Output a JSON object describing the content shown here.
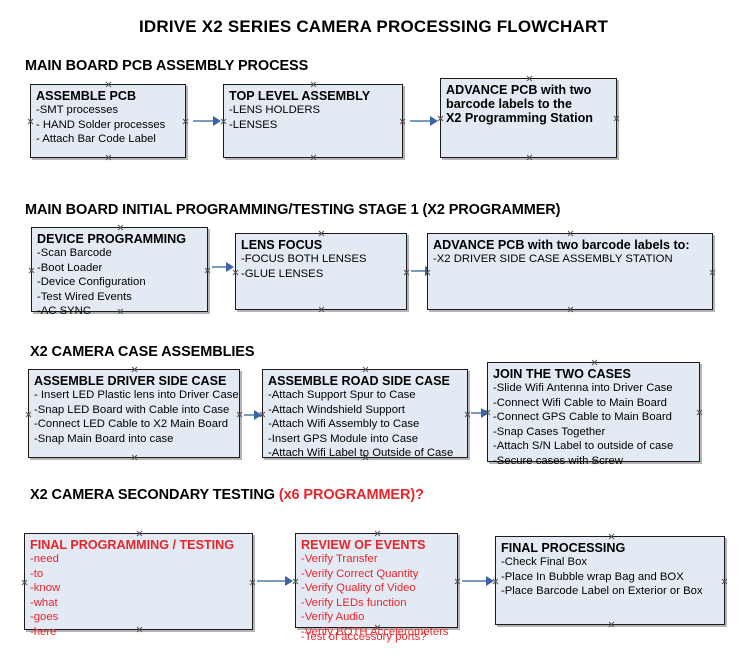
{
  "document": {
    "title": "IDRIVE X2  SERIES CAMERA PROCESSING FLOWCHART"
  },
  "sections": [
    {
      "heading": "MAIN BOARD PCB ASSEMBLY PROCESS",
      "heading_accent": "",
      "nodes": [
        {
          "title": "ASSEMBLE PCB",
          "lines": [
            "-SMT processes",
            "- HAND Solder processes",
            "- Attach Bar Code Label"
          ]
        },
        {
          "title": "TOP LEVEL ASSEMBLY",
          "lines": [
            "-LENS HOLDERS",
            "-LENSES"
          ]
        },
        {
          "title": "ADVANCE PCB with two",
          "lines": [
            "barcode labels to the",
            " X2 Programming Station"
          ]
        }
      ]
    },
    {
      "heading": "MAIN BOARD INITIAL PROGRAMMING/TESTING STAGE 1 (X2 PROGRAMMER)",
      "heading_accent": "",
      "nodes": [
        {
          "title": "DEVICE PROGRAMMING",
          "lines": [
            "-Scan Barcode",
            "-Boot Loader",
            "-Device Configuration",
            "-Test Wired Events",
            "-AC SYNC"
          ]
        },
        {
          "title": "LENS FOCUS",
          "lines": [
            "-FOCUS BOTH LENSES",
            "-GLUE LENSES"
          ]
        },
        {
          "title": "ADVANCE PCB with two barcode labels to:",
          "lines": [
            "-X2 DRIVER  SIDE  CASE  ASSEMBLY STATION"
          ]
        }
      ]
    },
    {
      "heading": "X2 CAMERA CASE ASSEMBLIES",
      "heading_accent": "",
      "nodes": [
        {
          "title": "ASSEMBLE DRIVER SIDE CASE",
          "lines": [
            "- Insert LED Plastic lens into Driver Case",
            "-Snap LED Board with Cable into Case",
            "-Connect LED Cable to X2 Main Board",
            "-Snap Main Board into case"
          ]
        },
        {
          "title": "ASSEMBLE ROAD SIDE CASE",
          "lines": [
            "-Attach Support Spur to Case",
            "-Attach Windshield Support",
            "-Attach Wifi Assembly to Case",
            "-Insert GPS Module into Case",
            "-Attach Wifi Label to Outside of Case"
          ]
        },
        {
          "title": "JOIN THE TWO CASES",
          "lines": [
            "-Slide Wifi Antenna into Driver Case",
            "-Connect Wifi Cable to Main Board",
            "-Connect GPS Cable to Main Board",
            "-Snap Cases Together",
            "-Attach S/N Label to outside of case",
            "-Secure cases with Screw"
          ]
        }
      ]
    },
    {
      "heading": "X2 CAMERA SECONDARY TESTING ",
      "heading_accent": "(x6 PROGRAMMER)?",
      "nodes": [
        {
          "title": "FINAL PROGRAMMING / TESTING",
          "lines": [
            "-need",
            "-to",
            "-know",
            "-what",
            "-goes",
            "-here"
          ]
        },
        {
          "title": "REVIEW OF EVENTS",
          "lines": [
            "-Verify Transfer",
            "-Verify Correct Quantity",
            "-Verify Quality of Video",
            "-Verify LEDs function",
            "-Verify Audio",
            "-Verify BOTH Accelerometers"
          ],
          "overflow_line": "-Test of accessory ports?"
        },
        {
          "title": "FINAL PROCESSING",
          "lines": [
            " -Check Final Box",
            "-Place In Bubble wrap Bag and BOX",
            "-Place Barcode Label on Exterior or Box"
          ]
        }
      ]
    }
  ],
  "colors": {
    "node_fill": "#e4eaf4",
    "node_border": "#1a1a1a",
    "accent_red": "#e8252a",
    "arrow_shaft": "#7d9cbd",
    "arrow_head": "#3a63a8",
    "text": "#000000"
  }
}
